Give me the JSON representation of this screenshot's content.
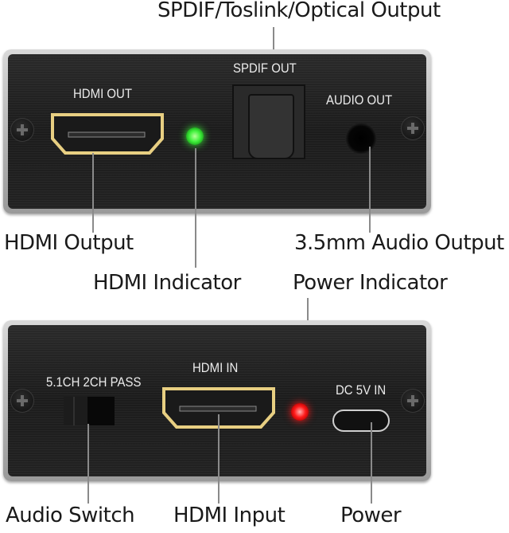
{
  "callouts": {
    "spdif_optical_output": "SPDIF/Toslink/Optical Output",
    "hdmi_output": "HDMI Output",
    "audio_output_35mm": "3.5mm Audio Output",
    "hdmi_indicator": "HDMI Indicator",
    "power_indicator": "Power Indicator",
    "audio_switch": "Audio Switch",
    "hdmi_input": "HDMI Input",
    "power": "Power"
  },
  "top_panel": {
    "hdmi_out_label": "HDMI OUT",
    "spdif_out_label": "SPDIF OUT",
    "audio_out_label": "AUDIO OUT",
    "hdmi_led_color": "#3ef03a"
  },
  "bottom_panel": {
    "switch_label": "5.1CH 2CH PASS",
    "hdmi_in_label": "HDMI IN",
    "dc_in_label": "DC 5V IN",
    "power_led_color": "#ff1a1a"
  }
}
